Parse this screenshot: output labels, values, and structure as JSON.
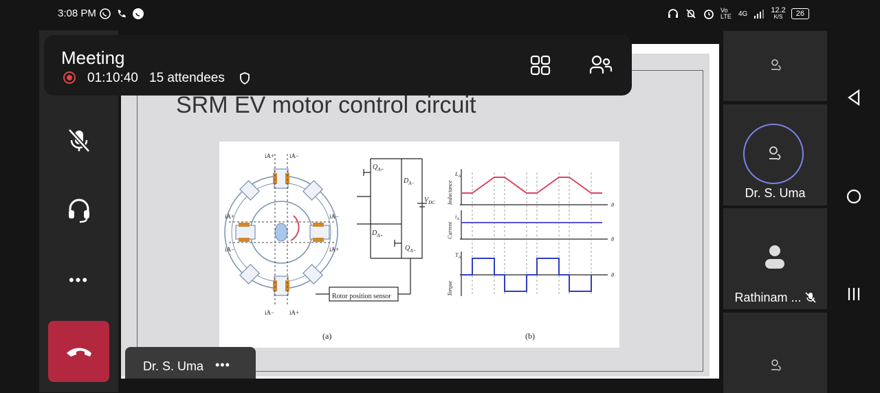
{
  "status_bar": {
    "time": "3:08 PM",
    "network": "4G",
    "carrier": "Vo LTE",
    "speed": "12.2",
    "speed_unit": "K/S",
    "battery": "26"
  },
  "meeting": {
    "title": "Meeting",
    "duration": "01:10:40",
    "attendees": "15 attendees"
  },
  "slide": {
    "title": "SRM EV motor control circuit",
    "figure_labels": {
      "sensor": "Rotor position sensor",
      "panel_a": "(a)",
      "panel_b": "(b)",
      "inductance": "Inductance",
      "current": "Current",
      "torque": "Torque",
      "theta": "θ",
      "la": "L",
      "la_sub": "A",
      "ia": "i",
      "ia_sub": "A",
      "ta": "T",
      "ta_sub": "A",
      "vdc": "V",
      "vdc_sub": "DC",
      "qap": "Q",
      "qap_sub": "A+",
      "qam": "Q",
      "qam_sub": "A−",
      "dap": "D",
      "dap_sub": "A+",
      "dam": "D",
      "dam_sub": "A−"
    },
    "stator_labels": {
      "a_plus": "iA+",
      "a_minus": "iA−"
    }
  },
  "presenter_chip": {
    "name": "Dr. S. Uma",
    "more": "•••"
  },
  "participants": [
    {
      "name": "Dr. S. Uma"
    },
    {
      "name": "Rathinam ..."
    }
  ],
  "rail": {
    "more": "•••"
  },
  "colors": {
    "end_call": "#b3283e",
    "record": "#e04646",
    "active_ring": "#7b83eb",
    "inductance_curve": "#d9455f",
    "current_curve": "#5a4fcf",
    "torque_curve": "#2f3fbf"
  }
}
